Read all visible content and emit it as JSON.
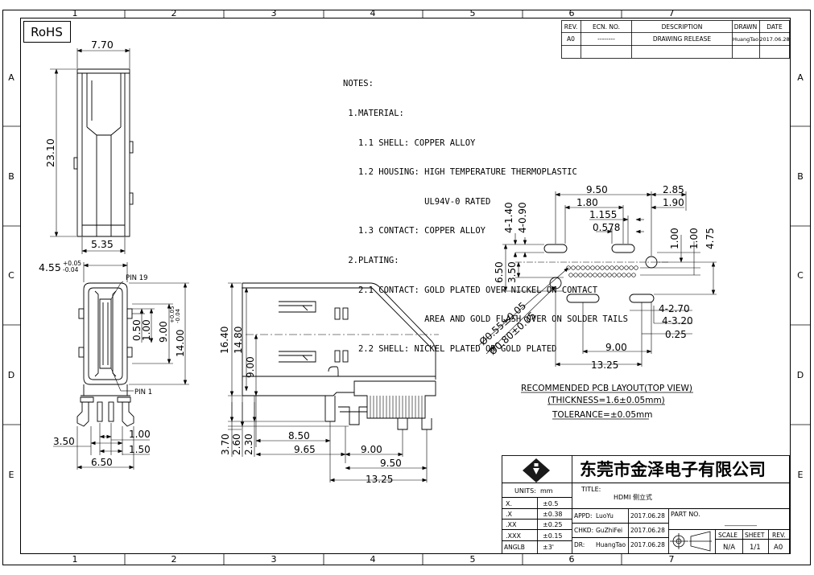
{
  "badge": "RoHS",
  "grid": {
    "columns": [
      "1",
      "2",
      "3",
      "4",
      "5",
      "6",
      "7"
    ],
    "rows": [
      "A",
      "B",
      "C",
      "D",
      "E"
    ]
  },
  "revision_block": {
    "headers": {
      "rev": "REV.",
      "ecn": "ECN. NO.",
      "desc": "DESCRIPTION",
      "drawn": "DRAWN",
      "date": "DATE"
    },
    "row": {
      "rev": "A0",
      "ecn": "--------",
      "desc": "DRAWING RELEASE",
      "drawn": "HuangTao",
      "date": "2017.06.28"
    }
  },
  "notes": [
    "NOTES:",
    " 1.MATERIAL:",
    "   1.1 SHELL: COPPER ALLOY",
    "   1.2 HOUSING: HIGH TEMPERATURE THERMOPLASTIC",
    "                UL94V-0 RATED",
    "   1.3 CONTACT: COPPER ALLOY",
    " 2.PLATING:",
    "   2.1 CONTACT: GOLD PLATED OVER NICKEL ON CONTACT",
    "                AREA AND GOLD FLASH OVER ON SOLDER TAILS",
    "   2.2 SHELL: NICKEL PLATED OR GOLD PLATED"
  ],
  "top_view": {
    "width": "7.70",
    "height": "23.10",
    "bottom": "5.35"
  },
  "front_view": {
    "top_dim": "4.55",
    "top_tol_plus": "+0.05",
    "top_tol_minus": "-0.04",
    "pin19": "PIN 19",
    "pin1": "PIN 1",
    "d050": "0.50",
    "d100": "1.00",
    "d900": "9.00",
    "d1400": "14.00",
    "d1400_tol_plus": "+0.05",
    "d1400_tol_minus": "-0.04",
    "b100": "1.00",
    "b350": "3.50",
    "b150": "1.50",
    "b650": "6.50"
  },
  "side_view": {
    "h1640": "16.40",
    "h1480": "14.80",
    "h900": "9.00",
    "h370": "3.70",
    "h260": "2.60",
    "h230": "2.30",
    "w850": "8.50",
    "w965": "9.65",
    "w900": "9.00",
    "w950": "9.50",
    "w1325": "13.25"
  },
  "pcb_layout": {
    "d950": "9.50",
    "d285": "2.85",
    "d180": "1.80",
    "d190": "1.90",
    "d1155": "1.155",
    "d0578": "0.578",
    "v4140": "4-1.40",
    "v4090": "4-0.90",
    "v650": "6.50",
    "v350": "3.50",
    "r100a": "1.00",
    "r100b": "1.00",
    "r475": "4.75",
    "dia055": "Ø0.55±0.05",
    "dia080": "Ø0.80±0.05",
    "s4270": "4-2.70",
    "s4320": "4-3.20",
    "s025": "0.25",
    "b900": "9.00",
    "b1325": "13.25",
    "caption1": "RECOMMENDED PCB LAYOUT(TOP VIEW)",
    "caption2": "(THICKNESS=1.6±0.05mm)",
    "caption3": "TOLERANCE=±0.05mm"
  },
  "title_block": {
    "company": "东莞市金泽电子有限公司",
    "units_label": "UNITS:",
    "units": "mm",
    "tolerances": [
      {
        "k": "X.",
        "v": "±0.5"
      },
      {
        "k": ".X",
        "v": "±0.38"
      },
      {
        "k": ".XX",
        "v": "±0.25"
      },
      {
        "k": ".XXX",
        "v": "±0.15"
      },
      {
        "k": "ANGLB",
        "v": "±3'"
      }
    ],
    "title_label": "TITLE:",
    "title": "HDMI 侧立式",
    "appd_label": "APPD:",
    "appd": "LuoYu",
    "appd_date": "2017.06.28",
    "chkd_label": "CHKD:",
    "chkd": "GuZhiFei",
    "chkd_date": "2017.06.28",
    "dr_label": "DR:",
    "dr": "HuangTao",
    "dr_date": "2017.06.28",
    "part_no_label": "PART NO.",
    "part_no": "__________",
    "scale_label": "SCALE",
    "scale": "N/A",
    "sheet_label": "SHEET",
    "sheet": "1/1",
    "rev_label": "REV.",
    "rev": "A0"
  }
}
